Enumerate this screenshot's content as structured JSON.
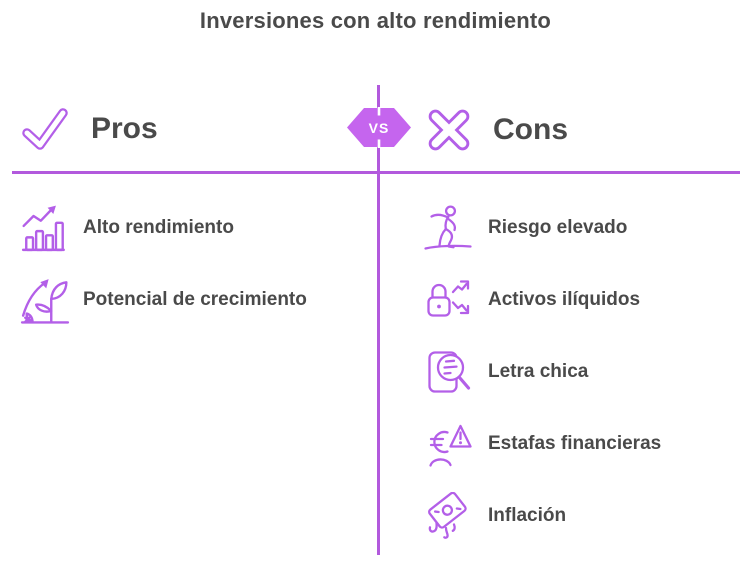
{
  "title": "Inversiones con alto rendimiento",
  "colors": {
    "accent": "#b35fe8",
    "badge": "#c565ee",
    "line": "#b259dd",
    "text": "#4a4a4a",
    "background": "#ffffff"
  },
  "vs_badge": {
    "label": "VS"
  },
  "pros": {
    "label": "Pros",
    "icon": "check-icon",
    "items": [
      {
        "label": "Alto rendimiento",
        "icon": "bar-chart-growth-icon"
      },
      {
        "label": "Potencial de crecimiento",
        "icon": "sprout-growth-icon"
      }
    ]
  },
  "cons": {
    "label": "Cons",
    "icon": "x-icon",
    "items": [
      {
        "label": "Riesgo elevado",
        "icon": "tightrope-walker-icon"
      },
      {
        "label": "Activos ilíquidos",
        "icon": "locked-assets-icon"
      },
      {
        "label": "Letra chica",
        "icon": "magnifier-document-icon"
      },
      {
        "label": "Estafas financieras",
        "icon": "euro-warning-icon"
      },
      {
        "label": "Inflación",
        "icon": "melting-money-icon"
      }
    ]
  }
}
